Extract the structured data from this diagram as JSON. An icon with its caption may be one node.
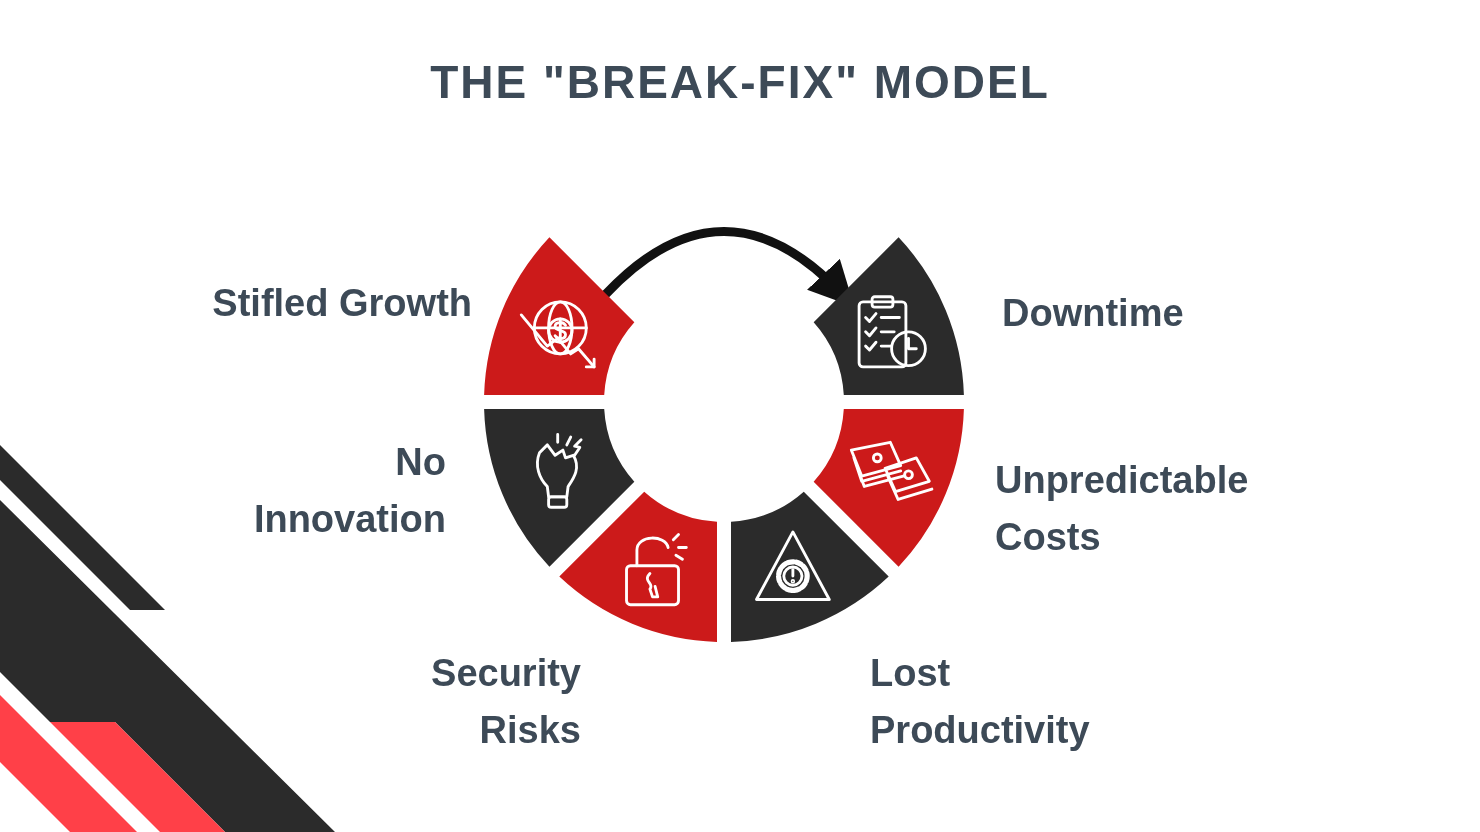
{
  "diagram": {
    "title": "THE \"BREAK-FIX\" MODEL",
    "nodes": [
      {
        "text": [
          "Stifled Growth"
        ]
      },
      {
        "text": [
          "Downtime"
        ]
      },
      {
        "text": [
          "No Innovation"
        ]
      },
      {
        "text": [
          "Unpredictable Costs"
        ]
      },
      {
        "text": [
          "Security Risks"
        ]
      },
      {
        "text": [
          "Lost Productivity"
        ]
      }
    ],
    "edges": [
      {
        "from": 0,
        "to": 1,
        "arrow": "to"
      }
    ]
  }
}
